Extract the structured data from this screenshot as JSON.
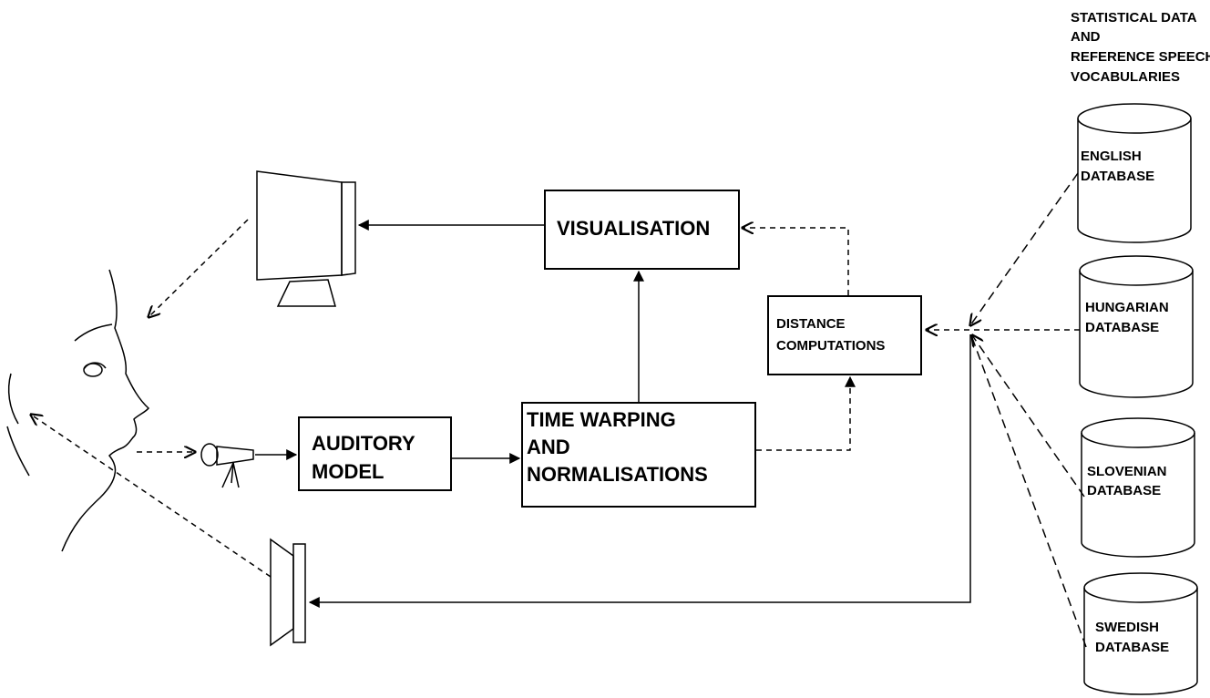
{
  "header": {
    "lines": [
      "STATISTICAL DATA",
      "AND",
      "REFERENCE SPEECH",
      "VOCABULARIES"
    ]
  },
  "boxes": {
    "visualisation": "VISUALISATION",
    "distance": [
      "DISTANCE",
      "COMPUTATIONS"
    ],
    "auditory": [
      "AUDITORY",
      "MODEL"
    ],
    "timewarp": [
      "TIME WARPING",
      "AND",
      "NORMALISATIONS"
    ]
  },
  "databases": [
    {
      "line1": "ENGLISH",
      "line2": "DATABASE"
    },
    {
      "line1": "HUNGARIAN",
      "line2": "DATABASE"
    },
    {
      "line1": "SLOVENIAN",
      "line2": "DATABASE"
    },
    {
      "line1": "SWEDISH",
      "line2": "DATABASE"
    }
  ],
  "icons": [
    "face-profile-icon",
    "microphone-icon",
    "monitor-icon",
    "loudspeaker-icon"
  ]
}
